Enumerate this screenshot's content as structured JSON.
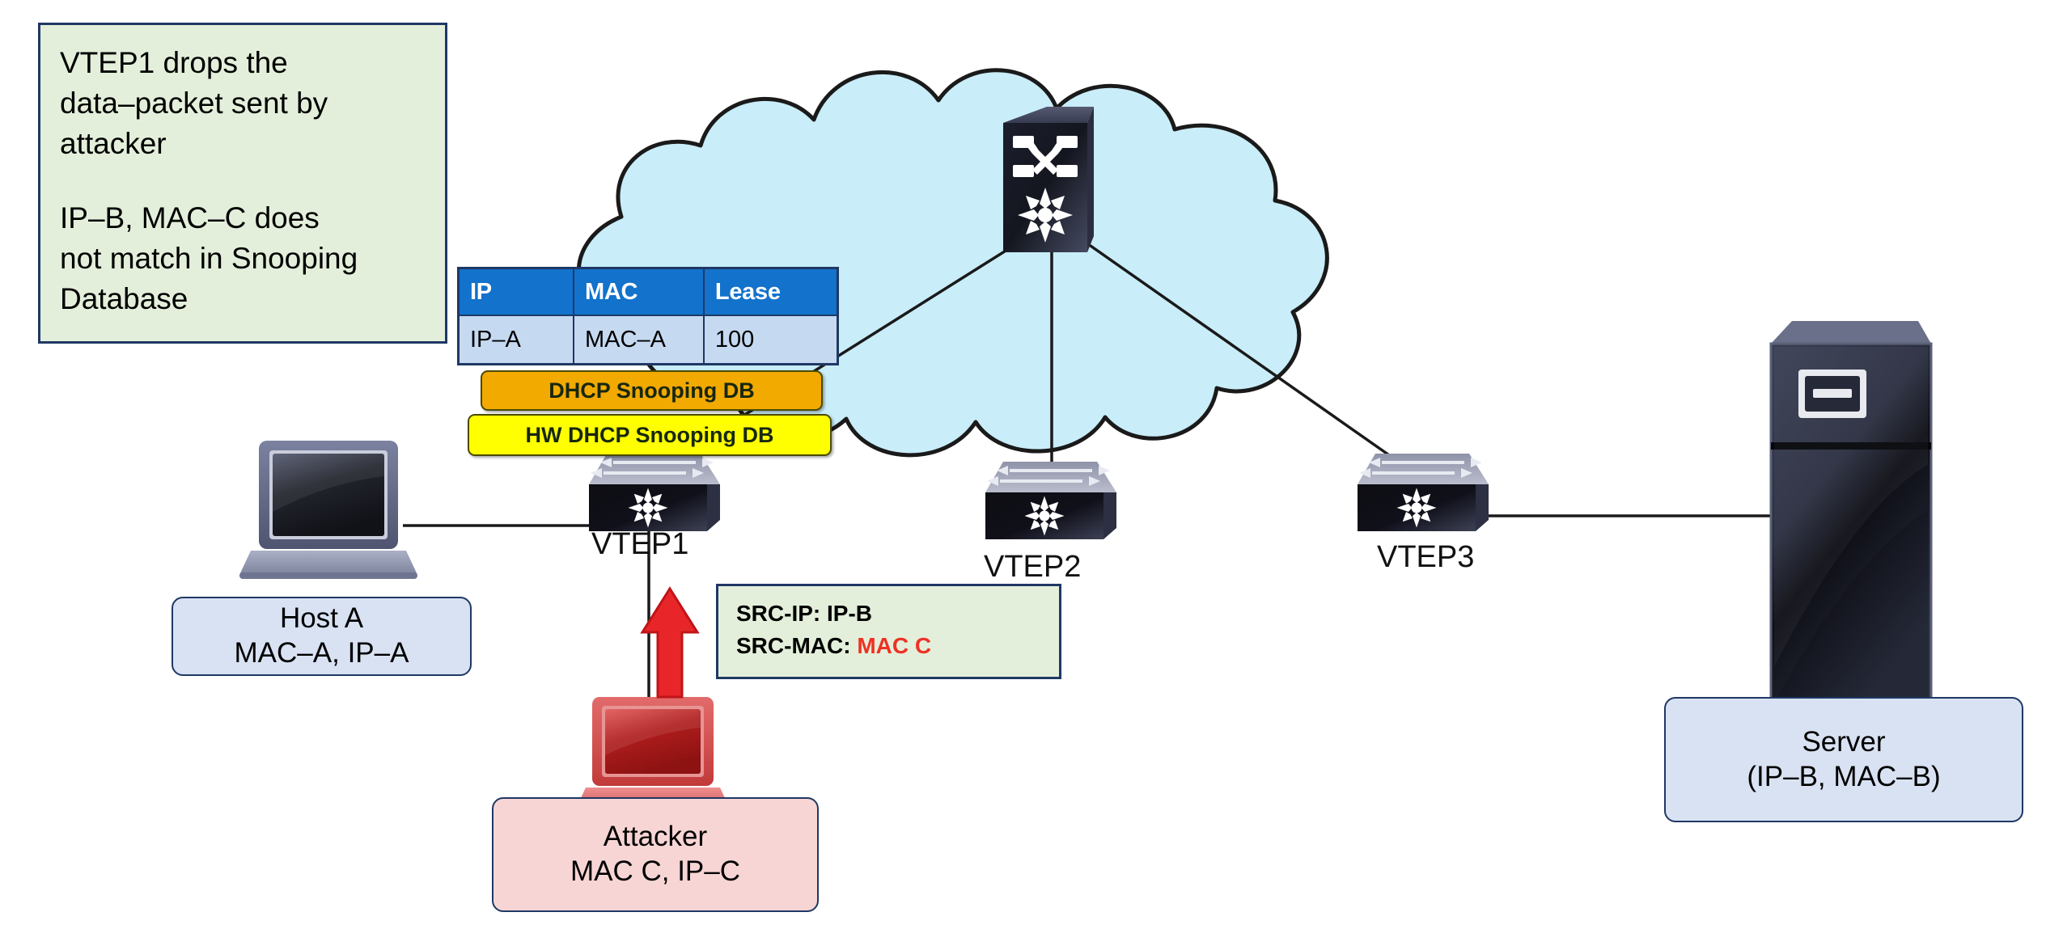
{
  "notes": {
    "drop": {
      "line1": "VTEP1 drops the",
      "line2": "data–packet sent by",
      "line3": "attacker",
      "line4": "IP–B, MAC–C does",
      "line5": "not match in Snooping",
      "line6": "Database"
    },
    "src": {
      "src_ip_label": "SRC-IP: IP-B",
      "src_mac_label": "SRC-MAC: ",
      "src_mac_value": "MAC C"
    }
  },
  "table": {
    "headers": [
      "IP",
      "MAC",
      "Lease"
    ],
    "rows": [
      [
        "IP–A",
        "MAC–A",
        "100"
      ]
    ]
  },
  "banners": {
    "software_db": "DHCP Snooping DB",
    "hardware_db": "HW DHCP Snooping DB"
  },
  "devices": {
    "vtep1_label": "VTEP1",
    "vtep2_label": "VTEP2",
    "vtep3_label": "VTEP3",
    "spine_label": ""
  },
  "endpoints": {
    "host_a": {
      "line1": "Host A",
      "line2": "MAC–A, IP–A"
    },
    "attacker": {
      "line1": "Attacker",
      "line2": "MAC  C, IP–C"
    },
    "server": {
      "line1": "Server",
      "line2": "(IP–B, MAC–B)"
    }
  },
  "colors": {
    "cloud_fill": "#c9edf9",
    "cloud_stroke": "#1a1a1a",
    "note_fill": "#e3efda",
    "note_border": "#1f3864",
    "table_header": "#1272cc",
    "table_row": "#c5d9f1",
    "software_db": "#f2a900",
    "hardware_db": "#ffff00",
    "attack_arrow": "#e8262a",
    "mac_c_red": "#ef3124",
    "host_box": "#d9e2f3",
    "attacker_box": "#f8d5d5"
  },
  "icons": {
    "spine": "spine-switch-icon",
    "vtep": "leaf-switch-icon",
    "host": "laptop-icon",
    "attacker": "attacker-laptop-icon",
    "server": "server-tower-icon",
    "arrow": "up-arrow-icon"
  }
}
